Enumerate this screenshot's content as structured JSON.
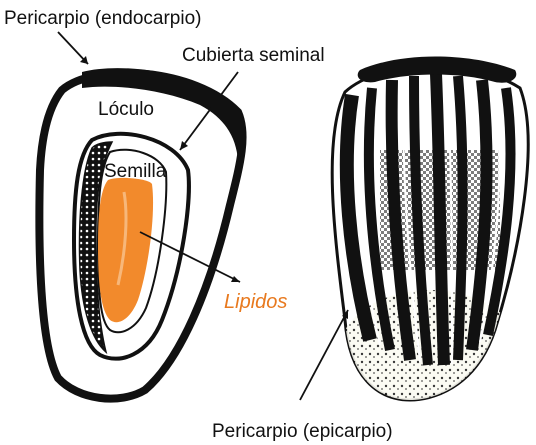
{
  "labels": {
    "endocarp": "Pericarpio (endocarpio)",
    "seed_coat": "Cubierta seminal",
    "locule": "Lóculo",
    "seed": "Semilla",
    "lipids": "Lipidos",
    "epicarp": "Pericarpio (epicarpio)"
  },
  "colors": {
    "ink": "#111111",
    "lipid_fill": "#f28a2c",
    "lipid_text": "#e8791e",
    "background": "#ffffff"
  }
}
